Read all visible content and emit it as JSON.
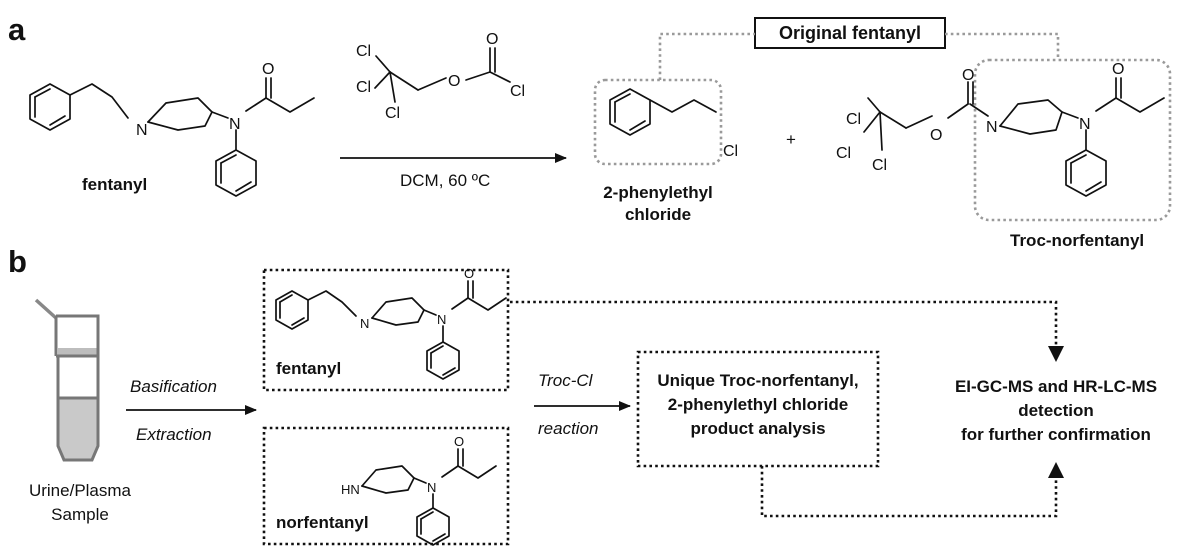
{
  "panel_a": {
    "letter": "a",
    "reactant_name": "fentanyl",
    "reagent_conditions": "DCM, 60 ºC",
    "product1_name_line1": "2-phenylethyl",
    "product1_name_line2": "chloride",
    "plus_sign": "+",
    "product2_name": "Troc-norfentanyl",
    "original_label": "Original fentanyl"
  },
  "panel_b": {
    "letter": "b",
    "sample_label_line1": "Urine/Plasma",
    "sample_label_line2": "Sample",
    "step1_line1": "Basification",
    "step1_line2": "Extraction",
    "box_fentanyl_label": "fentanyl",
    "box_norfentanyl_label": "norfentanyl",
    "step2_line1": "Troc-Cl",
    "step2_line2": "reaction",
    "analysis_line1": "Unique Troc-norfentanyl,",
    "analysis_line2": "2-phenylethyl chloride",
    "analysis_line3": "product analysis",
    "detection_line1": "EI-GC-MS and HR-LC-MS",
    "detection_line2": "detection",
    "detection_line3": "for further confirmation"
  },
  "atoms": {
    "N": "N",
    "O": "O",
    "Cl": "Cl",
    "HN": "HN"
  }
}
